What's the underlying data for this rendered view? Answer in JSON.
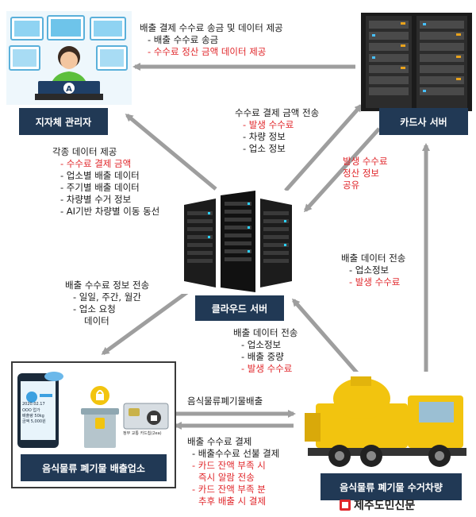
{
  "nodes": {
    "admin": "지자체 관리자",
    "card": "카드사 서버",
    "cloud": "클라우드 서버",
    "business": "음식물류 폐기물 배출업소",
    "truck": "음식물류 폐기물 수거차량"
  },
  "notes": {
    "top": {
      "title": "배출 결제 수수료 송금 및 데이터 제공",
      "line1": "- 배출 수수료 송금",
      "line2": "- 수수료 정산 금액 데이터 제공"
    },
    "card_fee": {
      "title": "수수료 결제 금액 전송",
      "line1": "- 발생 수수료",
      "line2": "- 차량 정보",
      "line3": "- 업소 정보"
    },
    "card_settle": {
      "line1": "발생 수수료",
      "line2": "정산 정보",
      "line3": "공유"
    },
    "admin_data": {
      "title": "각종 데이터 제공",
      "line1": "- 수수료 결제 금액",
      "line2": "- 업소별 배출 데이터",
      "line3": "- 주기별 배출 데이터",
      "line4": "- 차량별 수거 정보",
      "line5": "- AI기반 차량별 이동 동선"
    },
    "truck_card": {
      "title": "배출 데이터 전송",
      "line1": "- 업소정보",
      "line2": "- 발생 수수료"
    },
    "fee_info": {
      "title": "배출 수수료 정보 전송",
      "line1": "- 일일, 주간, 월간",
      "line2": "- 업소 요청",
      "line3": "데이터"
    },
    "truck_cloud": {
      "title": "배출 데이터 전송",
      "line1": "- 업소정보",
      "line2": "- 배출 중량",
      "line3": "- 발생 수수료"
    },
    "discharge": "음식물류폐기물배출",
    "payment": {
      "title": "배출 수수료 결제",
      "line1": "- 배출수수료 선불 결제",
      "line2": "- 카드 잔액 부족 시",
      "line3": "즉시 알람 전송",
      "line4": "- 카드 잔액 부족 분",
      "line5": "추후 배출 시 결제"
    }
  },
  "phone": {
    "date": "2020.02.17",
    "line1": "OOO 업가",
    "line2": "배출량 50kg",
    "line3": "금액 5,000원"
  },
  "card_text": "정부 교통 카드칩(2ea)",
  "watermark": "제주도민신문",
  "colors": {
    "label_bg": "#213955",
    "red": "#e0262a",
    "arrow": "#9e9e9e",
    "truck": "#f2c40f"
  }
}
